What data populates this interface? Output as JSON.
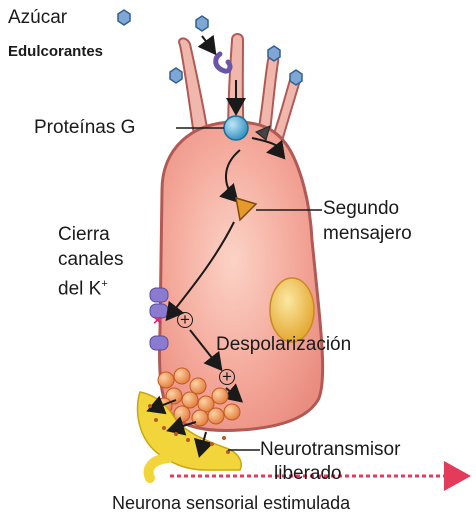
{
  "labels": {
    "sugar": "Azúcar",
    "sweeteners": "Edulcorantes",
    "g_proteins": "Proteínas G",
    "second_messenger_line1": "Segundo",
    "second_messenger_line2": "mensajero",
    "closes_line1": "Cierra",
    "closes_line2": "canales",
    "closes_line3_prefix": "del K",
    "closes_line3_sup": "+",
    "depolarization": "Despolarización",
    "neurotransmitter_line1": "Neurotransmisor",
    "neurotransmitter_line2": "liberado",
    "stimulated_neuron": "Neurona sensorial estimulada"
  },
  "symbols": {
    "plus": "+"
  },
  "colors": {
    "cell_fill": "#f4a89a",
    "cell_outline": "#b15a55",
    "cilia": "#f0b7ad",
    "g_protein": "#5bb3d8",
    "vesicle": "#f5a15f",
    "neuron": "#f2d53a",
    "neuron_signal": "#e53b5b",
    "nucleus": "#f0c34f",
    "channel": "#8a7bd0",
    "sugar": "#7fa7d6"
  }
}
